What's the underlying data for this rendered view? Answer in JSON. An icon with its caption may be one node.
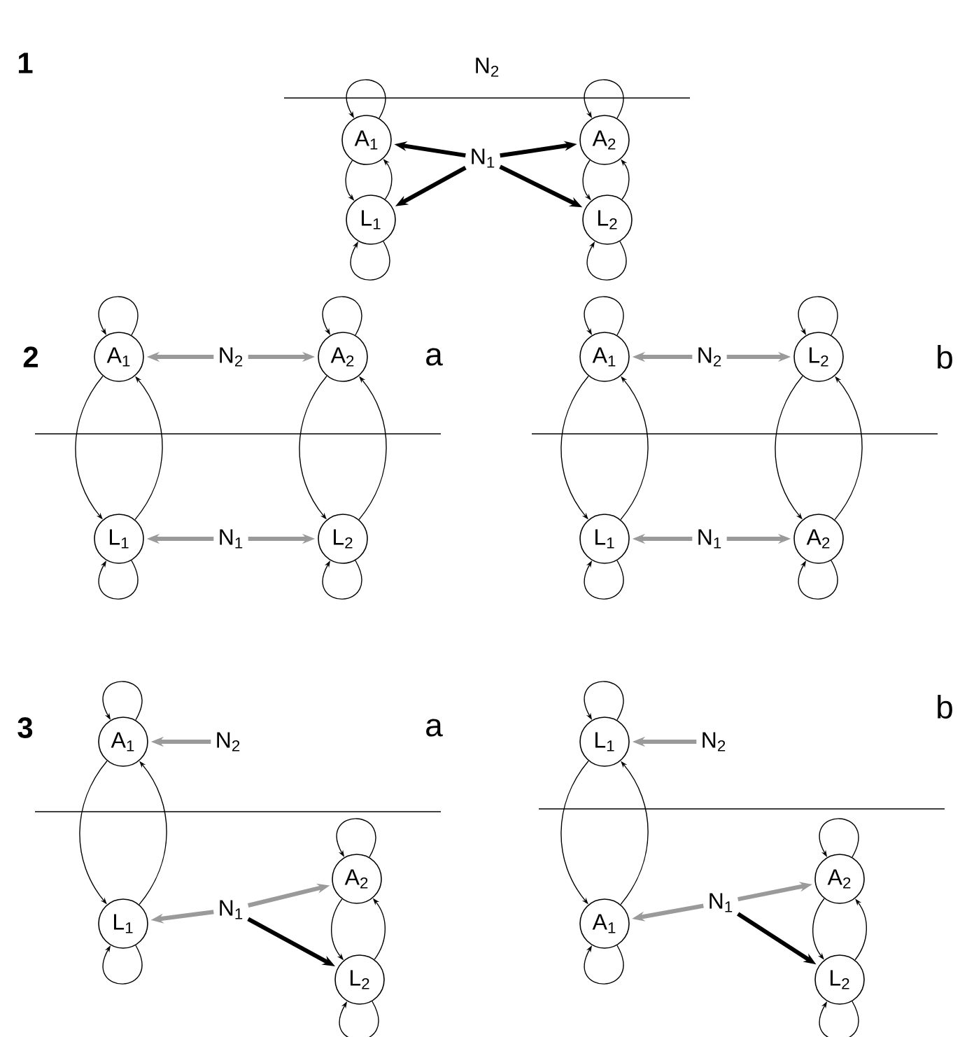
{
  "diagram": {
    "nodes": [
      {
        "text": [
          "A$_{1}$"
        ]
      },
      {
        "text": [
          "A$_{2}$"
        ]
      },
      {
        "text": [
          "N$_{1}$"
        ]
      },
      {
        "text": [
          "L$_{1}$"
        ]
      },
      {
        "text": [
          "L$_{2}$"
        ]
      },
      {
        "text": [
          "A$_{1}$"
        ]
      },
      {
        "text": [
          "N$_{2}$"
        ]
      },
      {
        "text": [
          "A$_{2}$"
        ]
      },
      {
        "text": [
          "L$_{1}$"
        ]
      },
      {
        "text": [
          "N$_{1}$"
        ]
      },
      {
        "text": [
          "L$_{2}$"
        ]
      },
      {
        "text": [
          "A$_{1}$"
        ]
      },
      {
        "text": [
          "N$_{2}$"
        ]
      },
      {
        "text": [
          "L$_{2}$"
        ]
      },
      {
        "text": [
          "L$_{1}$"
        ]
      },
      {
        "text": [
          "N$_{1}$"
        ]
      },
      {
        "text": [
          "A$_{2}$"
        ]
      },
      {
        "text": [
          "A$_{1}$"
        ]
      },
      {
        "text": [
          "N$_{2}$"
        ]
      },
      {
        "text": [
          "A$_{2}$"
        ]
      },
      {
        "text": [
          "L$_{1}$"
        ]
      },
      {
        "text": [
          "N$_{1}$"
        ]
      },
      {
        "text": [
          "L$_{2}$"
        ]
      },
      {
        "text": [
          "L$_{1}$"
        ]
      },
      {
        "text": [
          "N$_{2}$"
        ]
      },
      {
        "text": [
          "A$_{2}$"
        ]
      },
      {
        "text": [
          "A$_{1}$"
        ]
      },
      {
        "text": [
          "N$_{1}$"
        ]
      },
      {
        "text": [
          "L$_{2}$"
        ]
      }
    ],
    "edges": [
      {
        "from": 0,
        "to": 0,
        "arrow": "to"
      },
      {
        "from": 3,
        "to": 3,
        "arrow": "to"
      },
      {
        "from": 0,
        "to": 3,
        "arrow": "to"
      },
      {
        "from": 3,
        "to": 0,
        "arrow": "to"
      },
      {
        "from": 1,
        "to": 1,
        "arrow": "to"
      },
      {
        "from": 4,
        "to": 4,
        "arrow": "to"
      },
      {
        "from": 1,
        "to": 4,
        "arrow": "to"
      },
      {
        "from": 4,
        "to": 1,
        "arrow": "to"
      },
      {
        "from": 2,
        "to": 0,
        "arrow": "to",
        "style": "thick"
      },
      {
        "from": 2,
        "to": 3,
        "arrow": "to",
        "style": "thick"
      },
      {
        "from": 2,
        "to": 1,
        "arrow": "to",
        "style": "thick"
      },
      {
        "from": 2,
        "to": 4,
        "arrow": "to",
        "style": "thick"
      },
      {
        "from": 5,
        "to": 5,
        "arrow": "to"
      },
      {
        "from": 8,
        "to": 8,
        "arrow": "to"
      },
      {
        "from": 5,
        "to": 8,
        "arrow": "to"
      },
      {
        "from": 8,
        "to": 5,
        "arrow": "to"
      },
      {
        "from": 7,
        "to": 7,
        "arrow": "to"
      },
      {
        "from": 10,
        "to": 10,
        "arrow": "to"
      },
      {
        "from": 7,
        "to": 10,
        "arrow": "to"
      },
      {
        "from": 10,
        "to": 7,
        "arrow": "to"
      },
      {
        "from": 6,
        "to": 5,
        "arrow": "to",
        "style": "thick",
        "color": "#9a9a9a"
      },
      {
        "from": 6,
        "to": 7,
        "arrow": "to",
        "style": "thick",
        "color": "#9a9a9a"
      },
      {
        "from": 9,
        "to": 8,
        "arrow": "to",
        "style": "thick",
        "color": "#9a9a9a"
      },
      {
        "from": 9,
        "to": 10,
        "arrow": "to",
        "style": "thick",
        "color": "#9a9a9a"
      },
      {
        "from": 11,
        "to": 11,
        "arrow": "to"
      },
      {
        "from": 14,
        "to": 14,
        "arrow": "to"
      },
      {
        "from": 11,
        "to": 14,
        "arrow": "to"
      },
      {
        "from": 14,
        "to": 11,
        "arrow": "to"
      },
      {
        "from": 13,
        "to": 13,
        "arrow": "to"
      },
      {
        "from": 16,
        "to": 16,
        "arrow": "to"
      },
      {
        "from": 13,
        "to": 16,
        "arrow": "to"
      },
      {
        "from": 16,
        "to": 13,
        "arrow": "to"
      },
      {
        "from": 12,
        "to": 11,
        "arrow": "to",
        "style": "thick",
        "color": "#9a9a9a"
      },
      {
        "from": 12,
        "to": 13,
        "arrow": "to",
        "style": "thick",
        "color": "#9a9a9a"
      },
      {
        "from": 15,
        "to": 14,
        "arrow": "to",
        "style": "thick",
        "color": "#9a9a9a"
      },
      {
        "from": 15,
        "to": 16,
        "arrow": "to",
        "style": "thick",
        "color": "#9a9a9a"
      },
      {
        "from": 17,
        "to": 17,
        "arrow": "to"
      },
      {
        "from": 20,
        "to": 20,
        "arrow": "to"
      },
      {
        "from": 17,
        "to": 20,
        "arrow": "to"
      },
      {
        "from": 20,
        "to": 17,
        "arrow": "to"
      },
      {
        "from": 19,
        "to": 19,
        "arrow": "to"
      },
      {
        "from": 22,
        "to": 22,
        "arrow": "to"
      },
      {
        "from": 19,
        "to": 22,
        "arrow": "to"
      },
      {
        "from": 22,
        "to": 19,
        "arrow": "to"
      },
      {
        "from": 18,
        "to": 17,
        "arrow": "to",
        "style": "thick",
        "color": "#9a9a9a"
      },
      {
        "from": 21,
        "to": 20,
        "arrow": "to",
        "style": "thick",
        "color": "#9a9a9a"
      },
      {
        "from": 21,
        "to": 19,
        "arrow": "to",
        "style": "thick",
        "color": "#9a9a9a"
      },
      {
        "from": 21,
        "to": 22,
        "arrow": "to",
        "style": "thick"
      },
      {
        "from": 23,
        "to": 23,
        "arrow": "to"
      },
      {
        "from": 26,
        "to": 26,
        "arrow": "to"
      },
      {
        "from": 23,
        "to": 26,
        "arrow": "to"
      },
      {
        "from": 26,
        "to": 23,
        "arrow": "to"
      },
      {
        "from": 25,
        "to": 25,
        "arrow": "to"
      },
      {
        "from": 28,
        "to": 28,
        "arrow": "to"
      },
      {
        "from": 25,
        "to": 28,
        "arrow": "to"
      },
      {
        "from": 28,
        "to": 25,
        "arrow": "to"
      },
      {
        "from": 24,
        "to": 23,
        "arrow": "to",
        "style": "thick",
        "color": "#9a9a9a"
      },
      {
        "from": 27,
        "to": 26,
        "arrow": "to",
        "style": "thick",
        "color": "#9a9a9a"
      },
      {
        "from": 27,
        "to": 25,
        "arrow": "to",
        "style": "thick",
        "color": "#9a9a9a"
      },
      {
        "from": 27,
        "to": 28,
        "arrow": "to",
        "style": "thick"
      }
    ],
    "labels": [
      "1",
      "N$_{2}$",
      "2",
      "a",
      "b",
      "3",
      "a",
      "b"
    ]
  }
}
